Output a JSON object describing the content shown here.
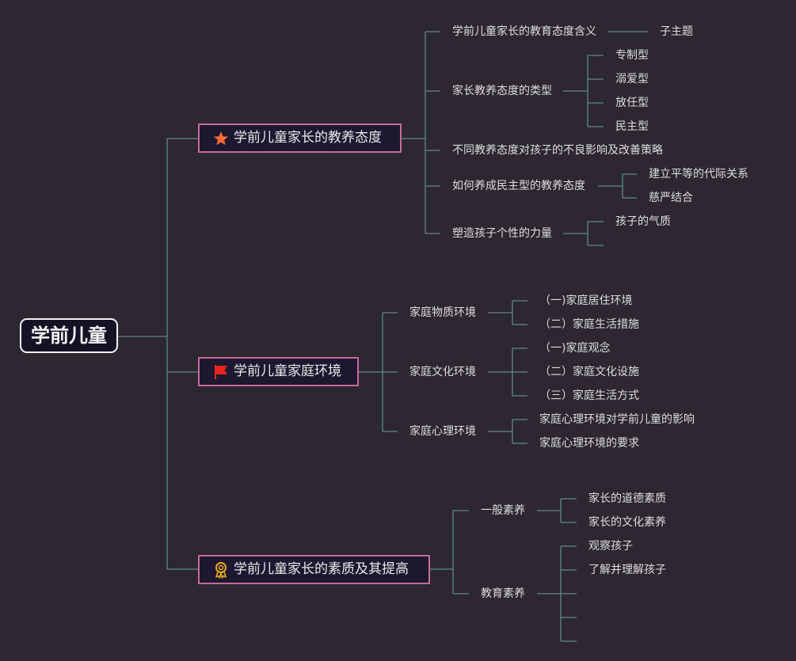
{
  "root": {
    "label": "学前儿童"
  },
  "colors": {
    "background": "#2c2731",
    "connector": "#5f8b85",
    "branch_border": "#c76b98",
    "root_border": "#f3f3f3"
  },
  "branches": [
    {
      "label": "学前儿童家长的教养态度",
      "icon": "star-icon",
      "children": [
        {
          "label": "学前儿童家长的教育态度含义",
          "children": [
            {
              "label": "子主题"
            }
          ]
        },
        {
          "label": "家长教养态度的类型",
          "children": [
            {
              "label": "专制型"
            },
            {
              "label": "溺爱型"
            },
            {
              "label": "放任型"
            },
            {
              "label": "民主型"
            }
          ]
        },
        {
          "label": "不同教养态度对孩子的不良影响及改善策略"
        },
        {
          "label": "如何养成民主型的教养态度",
          "children": [
            {
              "label": "建立平等的代际关系"
            },
            {
              "label": "慈严结合"
            }
          ]
        },
        {
          "label": "塑造孩子个性的力量",
          "children": [
            {
              "label": "孩子的气质"
            },
            {
              "label": ""
            }
          ]
        }
      ]
    },
    {
      "label": "学前儿童家庭环境",
      "icon": "red-flag-icon",
      "children": [
        {
          "label": "家庭物质环境",
          "children": [
            {
              "label": "（一)家庭居住环境"
            },
            {
              "label": "（二）家庭生活措施"
            }
          ]
        },
        {
          "label": "家庭文化环境",
          "children": [
            {
              "label": "（一)家庭观念"
            },
            {
              "label": "（二）家庭文化设施"
            },
            {
              "label": "（三）家庭生活方式"
            }
          ]
        },
        {
          "label": "家庭心理环境",
          "children": [
            {
              "label": "家庭心理环境对学前儿童的影响"
            },
            {
              "label": "家庭心理环境的要求"
            }
          ]
        }
      ]
    },
    {
      "label": "学前儿童家长的素质及其提高",
      "icon": "award-ribbon-icon",
      "children": [
        {
          "label": "一般素养",
          "children": [
            {
              "label": "家长的道德素质"
            },
            {
              "label": "家长的文化素养"
            }
          ]
        },
        {
          "label": "教育素养",
          "children": [
            {
              "label": "观察孩子"
            },
            {
              "label": "了解并理解孩子"
            },
            {
              "label": ""
            },
            {
              "label": ""
            },
            {
              "label": ""
            }
          ]
        }
      ]
    }
  ]
}
